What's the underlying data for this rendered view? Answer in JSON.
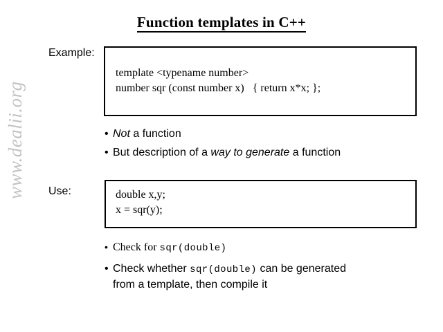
{
  "slide": {
    "title": "Function templates in C++",
    "background_color": "#ffffff",
    "text_color": "#000000",
    "watermark": {
      "text": "www.dealii.org",
      "color": "#c3c3c3",
      "rotation_degrees": -90
    },
    "labels": {
      "example": "Example:",
      "use": "Use:"
    },
    "code_box_example": {
      "line_1": "template <typename number>",
      "line_2": "number sqr (const number x)   { return x*x; };",
      "border_color": "#000000"
    },
    "code_box_use": {
      "line_1": "double x,y;",
      "line_2": "x = sqr(y);",
      "border_color": "#000000"
    },
    "bullets_top": {
      "bullet_char": "•",
      "items": [
        {
          "parts": [
            {
              "text": "Not ",
              "style": "italic"
            },
            {
              "text": "a function",
              "style": "normal"
            }
          ]
        },
        {
          "parts": [
            {
              "text": "But description of a ",
              "style": "normal"
            },
            {
              "text": "way to generate",
              "style": "italic"
            },
            {
              "text": " a function",
              "style": "normal"
            }
          ]
        }
      ]
    },
    "bullets_bottom": {
      "bullet_char": "•",
      "items": [
        {
          "parts": [
            {
              "text": "Check for ",
              "style": "normal"
            },
            {
              "text": "sqr(double)",
              "style": "mono"
            }
          ]
        },
        {
          "parts": [
            {
              "text": "Check whether ",
              "style": "normal"
            },
            {
              "text": "sqr(double)",
              "style": "mono"
            },
            {
              "text": " can be generated",
              "style": "normal"
            },
            {
              "text": "from a template, then compile it",
              "style": "normal-line2"
            }
          ]
        }
      ]
    }
  }
}
